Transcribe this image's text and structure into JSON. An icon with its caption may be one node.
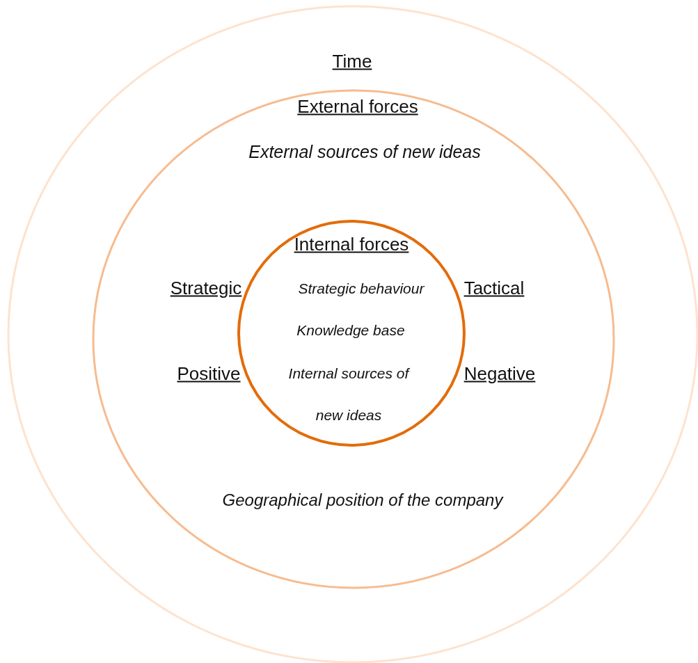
{
  "diagram": {
    "nodes": [
      {
        "text": [
          "Time"
        ]
      },
      {
        "text": [
          "External forces",
          "External sources of new ideas",
          "Geographical position of the company"
        ],
        "in": 0
      },
      {
        "text": [
          "Internal forces",
          "Strategic behaviour",
          "Knowledge base",
          "Internal sources of new ideas"
        ],
        "in": 1
      }
    ],
    "labels": [
      "Strategic",
      "Tactical",
      "Positive",
      "Negative"
    ]
  }
}
